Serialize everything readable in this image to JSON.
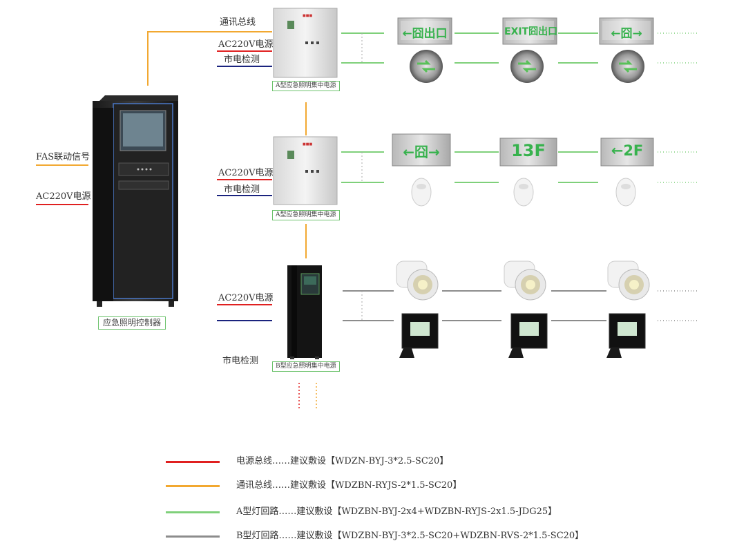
{
  "colors": {
    "power": "#e02020",
    "comm": "#f2a830",
    "a_loop": "#7fd07a",
    "b_loop": "#8c8c8c",
    "mains": "#1a237e"
  },
  "controller": {
    "label": "应急照明控制器",
    "fas_label": "FAS联动信号",
    "ac_label": "AC220V电源"
  },
  "row1": {
    "comm_label": "通讯总线",
    "ac_label": "AC220V电源",
    "mains_label": "市电检测",
    "box_label": "A型应急照明集中电源",
    "signs": [
      "←囧出口",
      "EXIT囧出口",
      "←囧→"
    ],
    "lights": [
      "direction-ground-light",
      "direction-ground-light",
      "direction-ground-light"
    ]
  },
  "row2": {
    "ac_label": "AC220V电源",
    "mains_label": "市电检测",
    "box_label": "A型应急照明集中电源",
    "signs": [
      "←囧→",
      "13F",
      "←2F"
    ],
    "lights": [
      "emergency-light",
      "emergency-light",
      "emergency-light"
    ]
  },
  "row3": {
    "ac_label": "AC220V电源",
    "mains_label": "市电检测",
    "box_label": "B型应急照明集中电源",
    "lights": [
      "downlight",
      "downlight",
      "downlight"
    ],
    "floods": [
      "floodlight",
      "floodlight",
      "floodlight"
    ]
  },
  "legend": [
    {
      "key": "power",
      "text": "电源总线……建议敷设【WDZN-BYJ-3*2.5-SC20】"
    },
    {
      "key": "comm",
      "text": "通讯总线……建议敷设【WDZBN-RYJS-2*1.5-SC20】"
    },
    {
      "key": "a_loop",
      "text": "A型灯回路……建议敷设【WDZBN-BYJ-2x4+WDZBN-RYJS-2x1.5-JDG25】"
    },
    {
      "key": "b_loop",
      "text": "B型灯回路……建议敷设【WDZBN-BYJ-3*2.5-SC20+WDZBN-RVS-2*1.5-SC20】"
    }
  ]
}
